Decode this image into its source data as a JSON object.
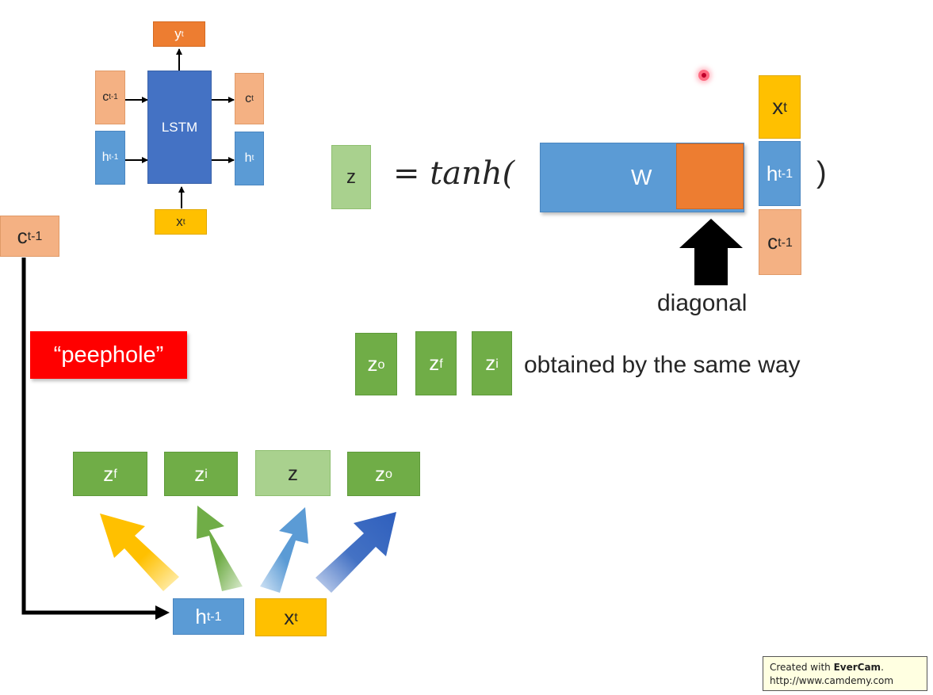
{
  "mini_lstm": {
    "output": {
      "base": "y",
      "sup": "t"
    },
    "cell_in": {
      "base": "c",
      "sup": "t-1"
    },
    "hidden_in": {
      "base": "h",
      "sup": "t-1"
    },
    "core": "LSTM",
    "cell_out": {
      "base": "c",
      "sup": "t"
    },
    "hidden_out": {
      "base": "h",
      "sup": "t"
    },
    "input": {
      "base": "x",
      "sup": "t"
    }
  },
  "equation": {
    "lhs": "z",
    "rhs": "= tanh(",
    "matrix": "W",
    "close": ")",
    "vector": [
      {
        "base": "x",
        "sup": "t"
      },
      {
        "base": "h",
        "sup": "t-1"
      },
      {
        "base": "c",
        "sup": "t-1"
      }
    ],
    "arrow_label": "diagonal"
  },
  "same_way": {
    "gates": [
      {
        "base": "z",
        "sup": "o"
      },
      {
        "base": "z",
        "sup": "f"
      },
      {
        "base": "z",
        "sup": "i"
      }
    ],
    "text": "obtained by the same way"
  },
  "peephole": {
    "cell": {
      "base": "c",
      "sup": "t-1"
    },
    "label": "“peephole”",
    "gates": [
      {
        "base": "z",
        "sup": "f"
      },
      {
        "base": "z",
        "sup": "i"
      },
      {
        "base": "z",
        "sup": ""
      },
      {
        "base": "z",
        "sup": "o"
      }
    ],
    "hidden": {
      "base": "h",
      "sup": "t-1"
    },
    "input": {
      "base": "x",
      "sup": "t"
    }
  },
  "watermark": {
    "prefix": "Created with ",
    "brand": "EverCam",
    "suffix": ".",
    "url": "http://www.camdemy.com"
  },
  "colors": {
    "gate_green": "#70ad47",
    "candidate_green": "#a9d18e",
    "hidden_blue": "#5b9bd5",
    "lstm_blue": "#4472c4",
    "cell_salmon": "#f4b183",
    "output_orange": "#ed7d31",
    "input_yellow": "#ffc000",
    "peephole_red": "#ff0000"
  }
}
